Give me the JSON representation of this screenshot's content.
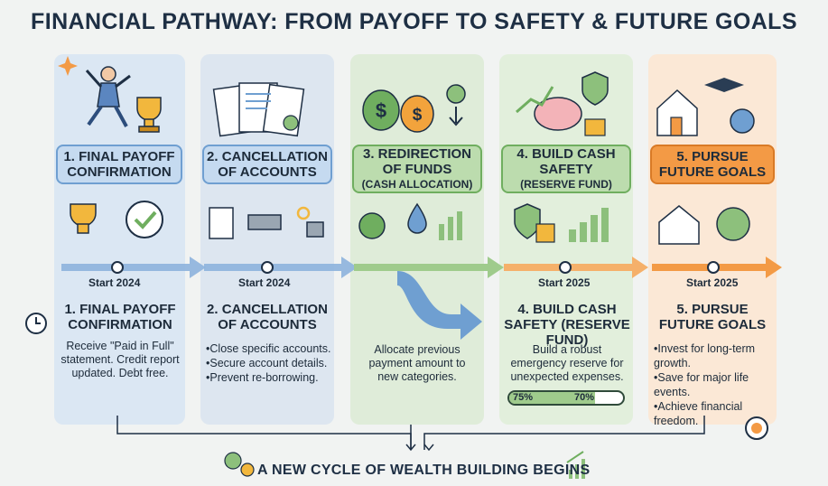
{
  "title": "FINANCIAL PATHWAY: FROM PAYOFF TO SAFETY & FUTURE GOALS",
  "steps": [
    {
      "head_title": "1. FINAL PAYOFF CONFIRMATION",
      "head_sub": "",
      "start": "Start 2024",
      "sec_title": "1. FINAL PAYOFF CONFIRMATION",
      "body": "Receive \"Paid in Full\" statement. Credit report updated. Debt free."
    },
    {
      "head_title": "2. CANCELLATION OF ACCOUNTS",
      "head_sub": "",
      "start": "Start 2024",
      "sec_title": "2. CANCELLATION OF ACCOUNTS",
      "bullets": [
        "Close specific accounts.",
        "Secure account details.",
        "Prevent re-borrowing."
      ]
    },
    {
      "head_title": "3. REDIRECTION OF FUNDS",
      "head_sub": "(CASH ALLOCATION)",
      "body": "Allocate previous payment amount to new categories."
    },
    {
      "head_title": "4. BUILD CASH SAFETY",
      "head_sub": "(RESERVE FUND)",
      "start": "Start 2025",
      "sec_title": "4. BUILD CASH SAFETY (RESERVE FUND)",
      "body": "Build a robust emergency reserve for unexpected expenses.",
      "progress_label_1": "75%",
      "progress_label_2": "70%",
      "progress_value": 0.75
    },
    {
      "head_title": "5. PURSUE FUTURE GOALS",
      "head_sub": "",
      "start": "Start 2025",
      "sec_title": "5. PURSUE FUTURE GOALS",
      "bullets": [
        "Invest for long-term growth.",
        "Save for major life events.",
        "Achieve financial freedom."
      ]
    }
  ],
  "footer": "A NEW CYCLE OF WEALTH BUILDING BEGINS",
  "colors": {
    "blue": "#6f9fd1",
    "green": "#8dc07c",
    "orange": "#f39a45",
    "navy": "#1e2f44"
  }
}
